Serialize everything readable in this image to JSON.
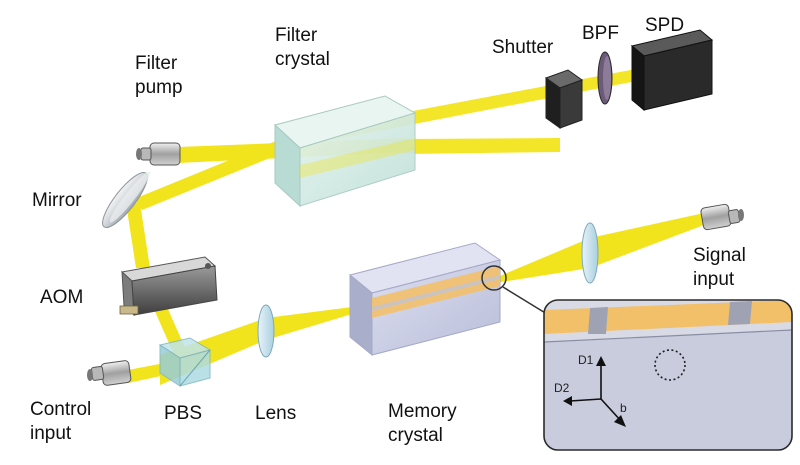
{
  "labels": {
    "filter_pump": [
      "Filter",
      "pump"
    ],
    "filter_crystal": [
      "Filter",
      "crystal"
    ],
    "shutter": "Shutter",
    "bpf": "BPF",
    "spd": "SPD",
    "mirror": "Mirror",
    "aom": "AOM",
    "signal_input": [
      "Signal",
      "input"
    ],
    "control_input": [
      "Control",
      "input"
    ],
    "pbs": "PBS",
    "lens": "Lens",
    "memory_crystal": [
      "Memory",
      "crystal"
    ]
  },
  "inset": {
    "axis_d1": "D1",
    "axis_d2": "D2",
    "axis_b": "b"
  },
  "colors": {
    "beam": "#f2e41c",
    "filter_crystal": "#cfe9e2",
    "memory_crystal": "#c9cde6",
    "memory_stripe": "#f3c06a",
    "inset_bg": "#c8ccdd",
    "device_dark": "#2a2a2a"
  }
}
